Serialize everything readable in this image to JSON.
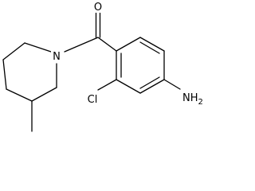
{
  "molecule": {
    "atoms": {
      "oxygen": "O",
      "nitrogen": "N",
      "chlorine": "Cl",
      "amine": "NH",
      "amine_subscript": "2"
    }
  }
}
